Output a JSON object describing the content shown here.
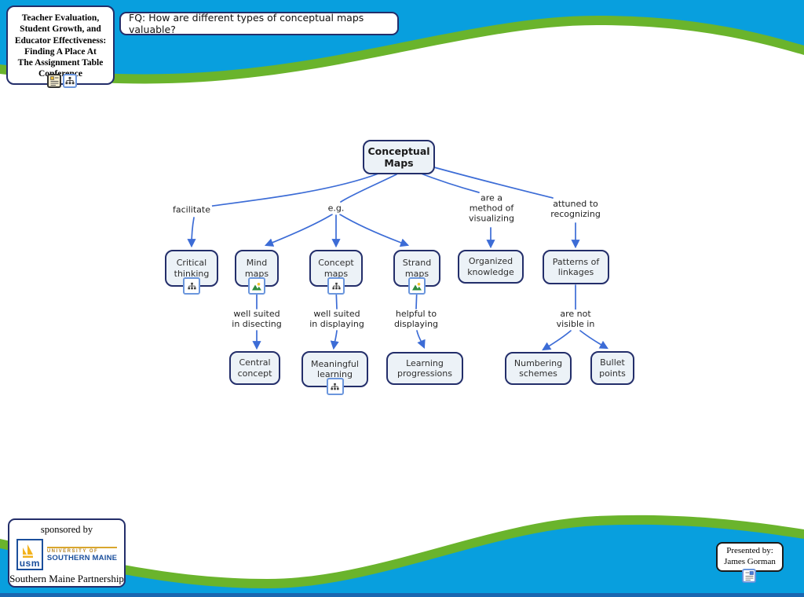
{
  "colors": {
    "background_blue": "#089fde",
    "wave_green": "#6ab42c",
    "bottom_strip_blue": "#1a67b0",
    "node_fill": "#ecf2f7",
    "node_border": "#232e6a",
    "link_blue": "#3c6cd6"
  },
  "header": {
    "title_box": "Teacher Evaluation,\nStudent Growth, and\nEducator Effectiveness:\nFinding A Place At\nThe Assignment Table\nConference",
    "focus_question": "FQ: How are different types of conceptual maps valuable?"
  },
  "map": {
    "nodes": [
      {
        "id": "conceptual-maps",
        "label": "Conceptual\nMaps",
        "icon": null
      },
      {
        "id": "critical-thinking",
        "label": "Critical\nthinking",
        "icon": "cmap-icon"
      },
      {
        "id": "mind-maps",
        "label": "Mind\nmaps",
        "icon": "image-icon"
      },
      {
        "id": "concept-maps",
        "label": "Concept\nmaps",
        "icon": "cmap-icon"
      },
      {
        "id": "strand-maps",
        "label": "Strand\nmaps",
        "icon": "image-icon"
      },
      {
        "id": "organized-knowledge",
        "label": "Organized\nknowledge",
        "icon": null
      },
      {
        "id": "patterns-of-linkages",
        "label": "Patterns of\nlinkages",
        "icon": null
      },
      {
        "id": "central-concept",
        "label": "Central\nconcept",
        "icon": null
      },
      {
        "id": "meaningful-learning",
        "label": "Meaningful\nlearning",
        "icon": "cmap-icon"
      },
      {
        "id": "learning-progressions",
        "label": "Learning\nprogressions",
        "icon": null
      },
      {
        "id": "numbering-schemes",
        "label": "Numbering\nschemes",
        "icon": null
      },
      {
        "id": "bullet-points",
        "label": "Bullet\npoints",
        "icon": null
      }
    ],
    "links": [
      {
        "label": "facilitate",
        "from": "Conceptual Maps",
        "to": [
          "Critical thinking"
        ]
      },
      {
        "label": "e.g.",
        "from": "Conceptual Maps",
        "to": [
          "Mind maps",
          "Concept maps",
          "Strand maps"
        ]
      },
      {
        "label": "are a\nmethod of\nvisualizing",
        "from": "Conceptual Maps",
        "to": [
          "Organized knowledge"
        ]
      },
      {
        "label": "attuned to\nrecognizing",
        "from": "Conceptual Maps",
        "to": [
          "Patterns of linkages"
        ]
      },
      {
        "label": "well suited\nin disecting",
        "from": "Mind maps",
        "to": [
          "Central concept"
        ]
      },
      {
        "label": "well suited\nin displaying",
        "from": "Concept maps",
        "to": [
          "Meaningful learning"
        ]
      },
      {
        "label": "helpful to\ndisplaying",
        "from": "Strand maps",
        "to": [
          "Learning progressions"
        ]
      },
      {
        "label": "are not\nvisible in",
        "from": "Patterns of linkages",
        "to": [
          "Numbering schemes",
          "Bullet points"
        ]
      }
    ]
  },
  "sponsor": {
    "lead": "sponsored by",
    "logo_acronym": "usm",
    "university_line1": "UNIVERSITY OF",
    "university_line2": "SOUTHERN MAINE",
    "org": "Southern Maine Partnership"
  },
  "presenter": {
    "text": "Presented by:\nJames Gorman"
  }
}
